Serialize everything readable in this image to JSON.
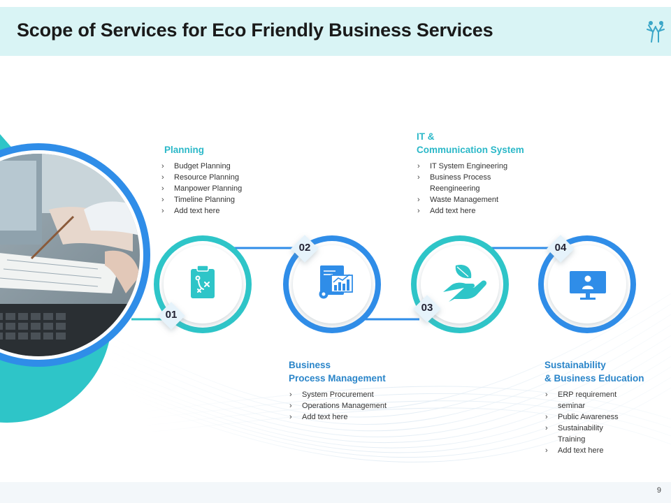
{
  "header": {
    "title": "Scope of Services for Eco Friendly Business Services"
  },
  "page_number": "9",
  "colors": {
    "teal": "#2ec5c8",
    "blue": "#2f8de8",
    "header_bg": "#d9f4f5"
  },
  "stages": [
    {
      "number": "01",
      "title_lines": [
        "Planning"
      ],
      "icon": "clipboard-strategy-icon",
      "items": [
        [
          "Budget Planning"
        ],
        [
          "Resource Planning"
        ],
        [
          "Manpower Planning"
        ],
        [
          "Timeline Planning"
        ],
        [
          "Add text here"
        ]
      ]
    },
    {
      "number": "02",
      "title_lines": [
        "Business",
        "Process Management"
      ],
      "icon": "report-analytics-icon",
      "items": [
        [
          "System Procurement"
        ],
        [
          "Operations Management"
        ],
        [
          "Add text here"
        ]
      ]
    },
    {
      "number": "03",
      "title_lines": [
        "IT &",
        "Communication System"
      ],
      "icon": "hand-leaf-icon",
      "items": [
        [
          "IT System Engineering"
        ],
        [
          "Business Process",
          "Reengineering"
        ],
        [
          "Waste Management"
        ],
        [
          "Add text here"
        ]
      ]
    },
    {
      "number": "04",
      "title_lines": [
        "Sustainability",
        "& Business Education"
      ],
      "icon": "monitor-presenter-icon",
      "items": [
        [
          "ERP requirement",
          "seminar"
        ],
        [
          "Public Awareness"
        ],
        [
          "Sustainability",
          "Training"
        ],
        [
          "Add text here"
        ]
      ]
    }
  ]
}
